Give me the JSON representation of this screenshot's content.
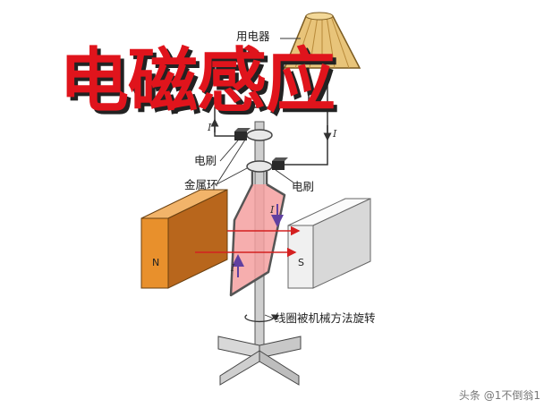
{
  "title": "电磁感应",
  "labels": {
    "appliance": "用电器",
    "brush_top": "电刷",
    "brush_right": "电刷",
    "slip_rings": "金属环",
    "rotation": "线圈被机械方法旋转"
  },
  "magnets": {
    "north": "N",
    "south": "S"
  },
  "current_symbol": "I",
  "watermark": "头条 @1不倒翁1",
  "colors": {
    "title": "#e0141c",
    "coil_fill": "#f4a0a0",
    "magnet_north": "#e8902c",
    "magnet_south": "#f0f0f0",
    "field_arrow": "#d42020",
    "current_arrow": "#6040a0",
    "lampshade": "#e8c47a"
  }
}
